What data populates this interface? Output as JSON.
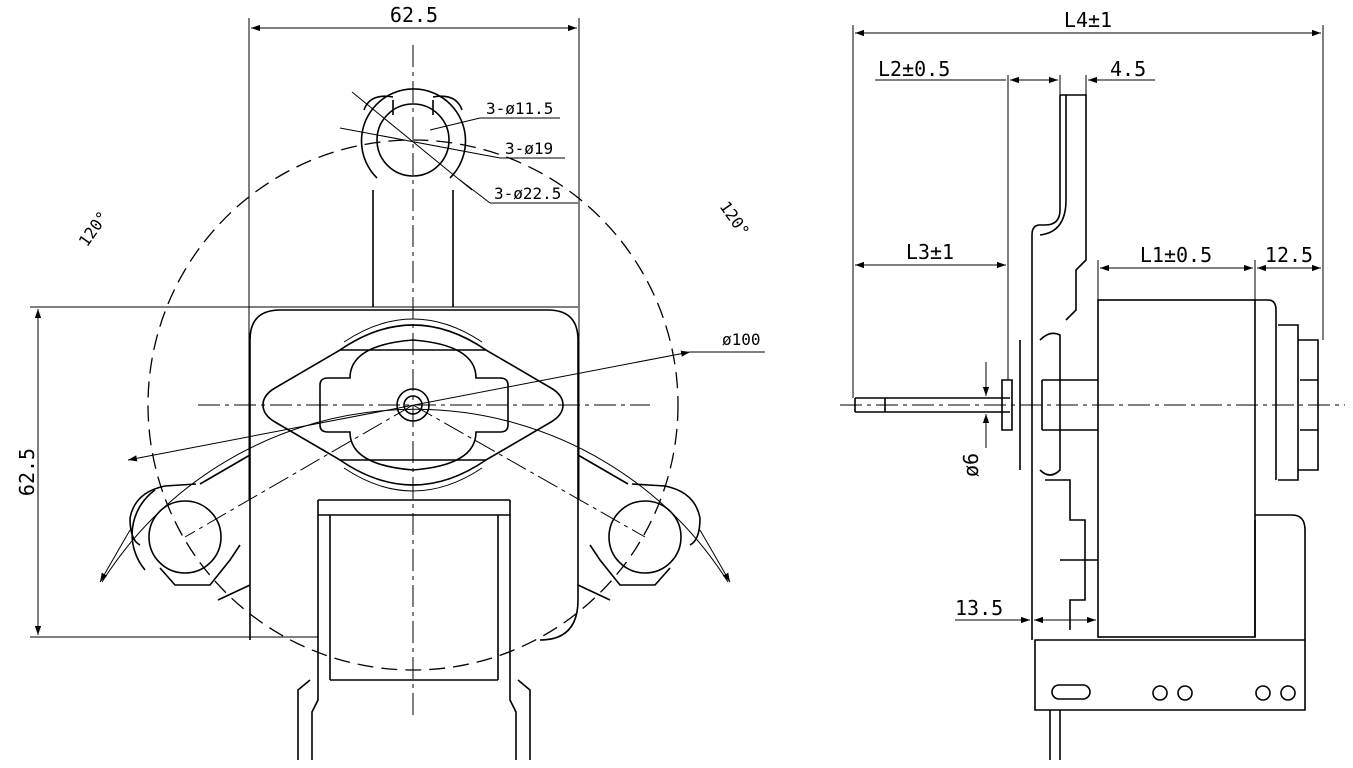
{
  "front_view": {
    "dim_width": "62.5",
    "dim_height": "62.5",
    "dim_hole_small": "3-ø11.5",
    "dim_hole_mid": "3-ø19",
    "dim_hole_large": "3-ø22.5",
    "dim_pitch_circle": "ø100",
    "angle_left": "120°",
    "angle_right": "120°"
  },
  "side_view": {
    "dim_L4": "L4±1",
    "dim_L2": "L2±0.5",
    "dim_4_5": "4.5",
    "dim_L3": "L3±1",
    "dim_L1": "L1±0.5",
    "dim_12_5": "12.5",
    "dim_shaft": "ø6",
    "dim_13_5": "13.5"
  }
}
